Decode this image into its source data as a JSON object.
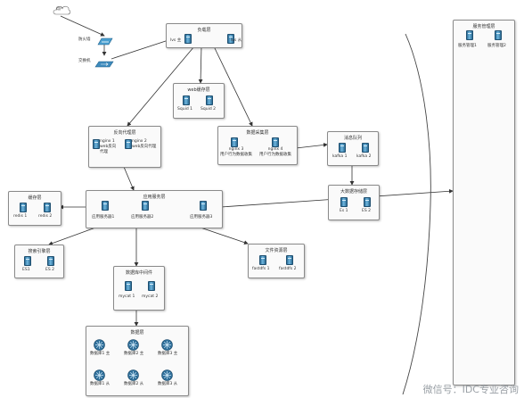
{
  "user": {
    "label": "用户"
  },
  "network": {
    "firewall_label": "防火墙",
    "switch_label": "交换机"
  },
  "load_balancer": {
    "title": "负载层",
    "left": "lvs 主",
    "right": "lvs 从"
  },
  "static_cache": {
    "title": "web缓存层",
    "items": [
      "Squid 1",
      "Squid 2"
    ]
  },
  "reverse_proxy": {
    "title": "反向代理层",
    "items": [
      "nginx 1\nweb反向\n代理",
      "nginx 2\nweb反向代理"
    ]
  },
  "data_collection": {
    "title": "数据采集层",
    "items": [
      "nginx 3\n用户行为数据收集",
      "nginx 4\n用户行为数据收集"
    ]
  },
  "message_queue": {
    "title": "消息队列",
    "items": [
      "kafka 1",
      "kafka 2"
    ]
  },
  "big_data": {
    "title": "大数据存储层",
    "items": [
      "Es 1",
      "ES 2"
    ]
  },
  "app_server": {
    "title": "应用服务层",
    "items": [
      "应用服务器1",
      "应用服务器2",
      "应用服务器3"
    ]
  },
  "cache": {
    "title": "缓存层",
    "items": [
      "redis 1",
      "redis 2"
    ]
  },
  "search_engine": {
    "title": "搜索引擎层",
    "items": [
      "ES1",
      "ES 2"
    ]
  },
  "file_storage": {
    "title": "文件资源层",
    "items": [
      "fastdfs 1",
      "fastdfs 2"
    ]
  },
  "db_middleware": {
    "title": "数据库中间件",
    "items": [
      "mycat 1",
      "mycat 2"
    ]
  },
  "database": {
    "title": "数据层",
    "items": [
      "数据库1 主",
      "数据库2 主",
      "数据库3 主",
      "数据库1 从",
      "数据库2 从",
      "数据库3 从"
    ]
  },
  "service_mgmt": {
    "title": "服务管理层",
    "items": [
      "服务管理1",
      "服务管理2"
    ]
  },
  "watermark": "微信号：IDC专业咨询"
}
